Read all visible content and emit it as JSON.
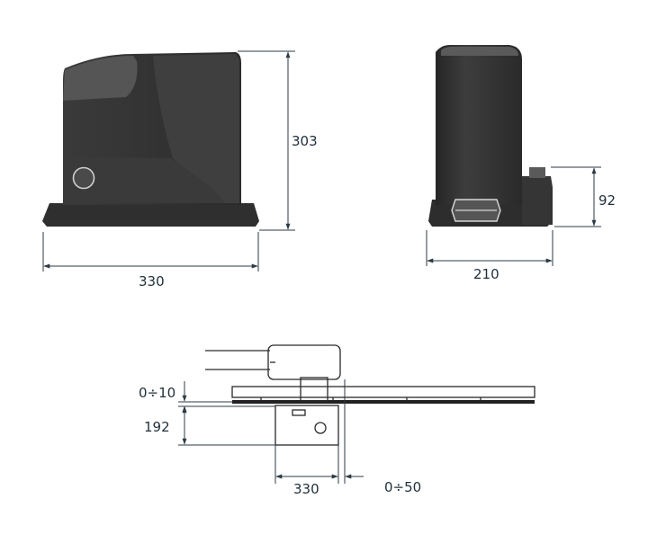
{
  "colors": {
    "body_dark": "#333333",
    "body_mid": "#444444",
    "body_light": "#5a5a5a",
    "dimension_line": "#2c3a44",
    "dimension_text": "#1f2f3a",
    "background": "#ffffff"
  },
  "dimensions": {
    "side_height": "303",
    "side_width": "330",
    "front_width": "210",
    "front_box_height": "92",
    "plan_gap": "0÷10",
    "plan_depth": "192",
    "plan_width": "330",
    "plan_offset": "0÷50"
  }
}
